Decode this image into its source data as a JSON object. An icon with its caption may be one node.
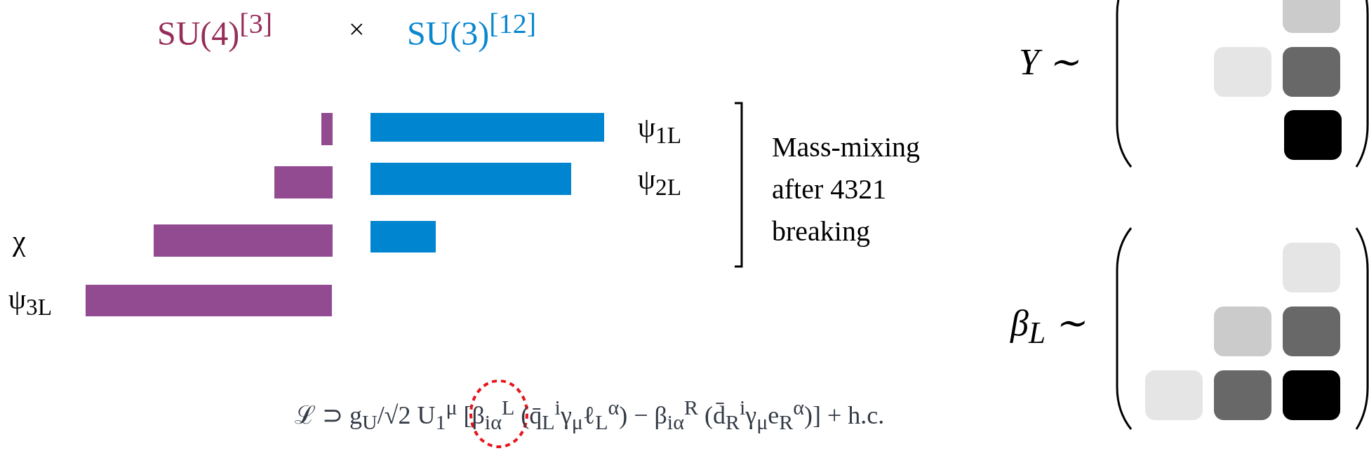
{
  "diagram": {
    "labels": [
      "SU(4)$^{[3]}$",
      "×",
      "SU(3)$^{[12]}$",
      "ψ$_{1L}$",
      "ψ$_{2L}$",
      "Mass-mixing after 4321 breaking",
      "χ",
      "ψ$_{3L}$",
      "Y ∼",
      "β$_{L}$ ∼",
      "ℒ ⊃ g$_{U}$/√2 U$_{1}$$^{μ}$ [β$_{iα}$$^{L}$ (q̄$_{L}$$^{i}$γ$_{μ}$ℓ$_{L}$$^{α}$) − β$_{iα}$$^{R}$ (d̄$_{R}$$^{i}$γ$_{μ}$e$_{R}$$^{α}$)] + h.c."
    ]
  }
}
